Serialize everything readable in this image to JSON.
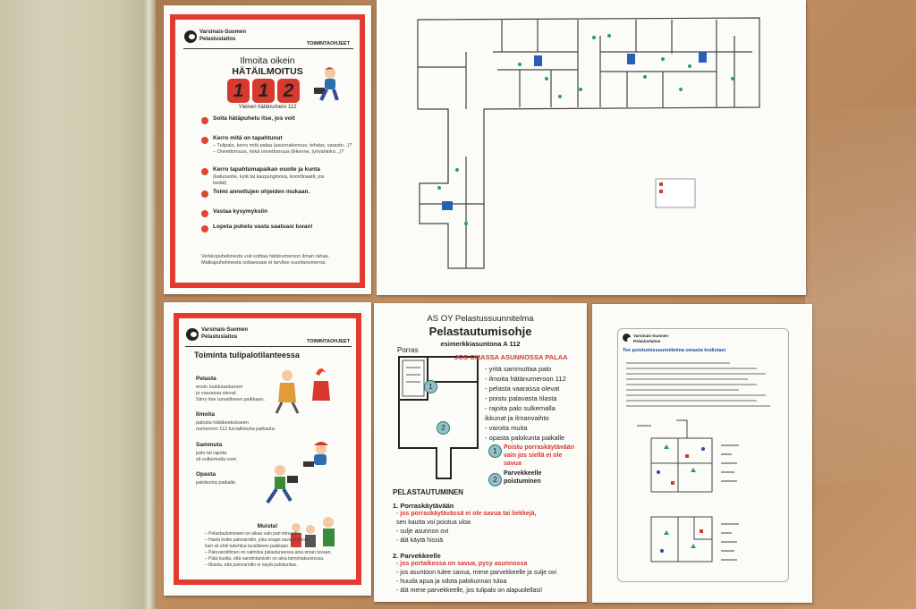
{
  "sign_emergency": {
    "org_line1": "Varsinais-Suomen",
    "org_line2": "Pelastuslaitos",
    "tag": "TOIMINTAOHJEET",
    "title1": "Ilmoita oikein",
    "title2": "HÄTÄILMOITUS",
    "digits": [
      "1",
      "1",
      "2"
    ],
    "number_caption": "Yleinen hätänumero 112",
    "items": [
      "Soita hätäpuhelu itse, jos voit",
      "Kerro mitä on tapahtunut",
      "Kerro tapahtumapaikan osoite ja kunta",
      "Toimi annettujen ohjeiden mukaan.",
      "Vastaa kysymyksiin",
      "Lopeta puhelu vasta saatuasi luvan!"
    ],
    "item2_detail1": "– Tulipalo, kerro mitä palaa (asuinrakennus, tehdas, varasto...)?",
    "item2_detail2": "– Onnettomuus, mikä onnettomuus (liikenne, työvahinko...)?",
    "item3_detail1": "(katuosoite, kylä tai kaupunginosa, koordinaatit, jos",
    "item3_detail2": "tiedät)",
    "footer1": "Verkkopuhelimesta voit soittaa hätänumeroon ilman rahaa.",
    "footer2": "Matkapuhelimesta soitaessasi ei tarvitse suuntanumeroa."
  },
  "sign_fire": {
    "org_line1": "Varsinais-Suomen",
    "org_line2": "Pelastuslaitos",
    "tag": "TOIMINTAOHJEET",
    "title": "Toiminta tulipalotilanteessa",
    "steps": [
      {
        "head": "Pelasta",
        "l1": "ensin loukkaantuneet",
        "l2": "ja vaarassa olevat.",
        "l3": "Siirry itse turvalliseen paikkaan."
      },
      {
        "head": "Ilmoita",
        "l1": "palosta hätäkeskukseen",
        "l2": "numeroon 112 turvallisesta paikasta.",
        "l3": ""
      },
      {
        "head": "Sammuta",
        "l1": "palo tai rajoita",
        "l2": "sit sulkemalla ovet.",
        "l3": ""
      },
      {
        "head": "Opasta",
        "l1": "palokunta paikalle.",
        "l2": "",
        "l3": ""
      }
    ],
    "remember": "Muista!",
    "notes": [
      "– Pelastautumiseen on aikaa vain pari minuuttia.",
      "– Hanki kodin palovaroitin, joka reagoi savuun ennen",
      "  kuin sit ehtii tukehtua tuvalliseen paikkaan.",
      "– Palovaroittimen on valmiina palautuneessa aina oman tuvaan.",
      "– Pidä huolta, että varotintamistin on aina toimintakunnossa.",
      "– Muista, että palovaroitin ei näytä palokuntaa."
    ]
  },
  "sign_plan": {
    "company": "AS OY Pelastussuunnitelma",
    "title": "Pelastautumisohje",
    "subtitle": "esimerkkiasuntona A 112",
    "porras": "Porras",
    "alert": "JOS OMASSA ASUNNOSSA PALAA",
    "actions": [
      "- yritä sammuttaa palo",
      "- ilmoita hätänumeroon 112",
      "- pelasta vaarassa olevat",
      "- poistu palavasta tilasta",
      "- rajoita palo sulkemalla",
      "  ikkunat ja ilmanvaihto",
      "- varoita muita",
      "- opasta palokunta paikalle"
    ],
    "route1_num": "1",
    "route1_l1": "Poistu porraskäytävään",
    "route1_l2": "vain jos siellä ei ole",
    "route1_l3": "savua",
    "route2_num": "2",
    "route2_l1": "Parvekkeelle",
    "route2_l2": "poistuminen",
    "section": "PELASTAUTUMINEN",
    "s1": "1. Porraskäytävään",
    "s1_red": "- jos porraskäytävässä ei ole savua tai liekkejä,",
    "s1_b": "  sen kautta voi poistua uloa",
    "s1_c": "- sulje asunnon ovi",
    "s1_d": "- älä käytä hissiä",
    "s2": "2. Parvekkeelle",
    "s2_red": "- jos portaikossa on savua, pysy asunnossa",
    "s2_b": "- jos asuntoon tulee savua, mene parvekkeelle ja sulje ovi",
    "s2_c": "- huuda apua ja odota palokunnan tuloa",
    "s2_d": "- älä mene parvekkeelle, jos tulipalo on alapuolellasi!"
  },
  "sign_escape": {
    "org_line1": "Varsinais-Suomen",
    "org_line2": "Pelastuslaitos",
    "title": "Tee poistumissuunnitelma omasta kodistasi"
  },
  "colors": {
    "red": "#e33b30",
    "teal": "#8fc1c6",
    "cork": "#b88a5e"
  }
}
